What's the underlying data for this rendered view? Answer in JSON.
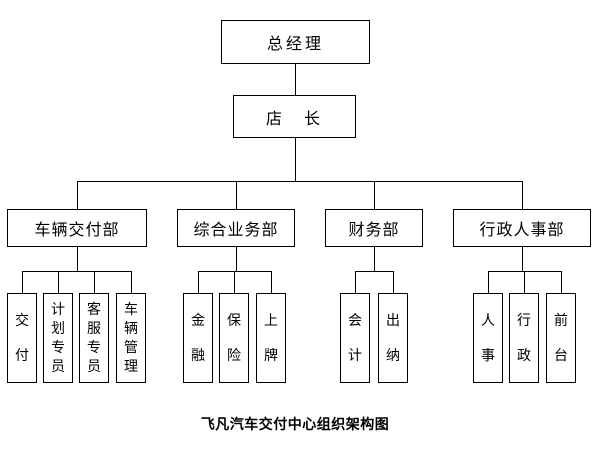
{
  "title": {
    "caption": "飞凡汽车交付中心组织架构图"
  },
  "colors": {
    "background": "#ffffff",
    "line": "#000000",
    "text": "#000000"
  },
  "nodes": {
    "general_manager": "总经理",
    "store_manager": "店　长"
  },
  "departments": [
    {
      "label": "车辆交付部",
      "children": [
        "交付",
        "计划专员",
        "客服专员",
        "车辆管理"
      ]
    },
    {
      "label": "综合业务部",
      "children": [
        "金融",
        "保险",
        "上牌"
      ]
    },
    {
      "label": "财务部",
      "children": [
        "会计",
        "出纳"
      ]
    },
    {
      "label": "行政人事部",
      "children": [
        "人事",
        "行政",
        "前台"
      ]
    }
  ]
}
